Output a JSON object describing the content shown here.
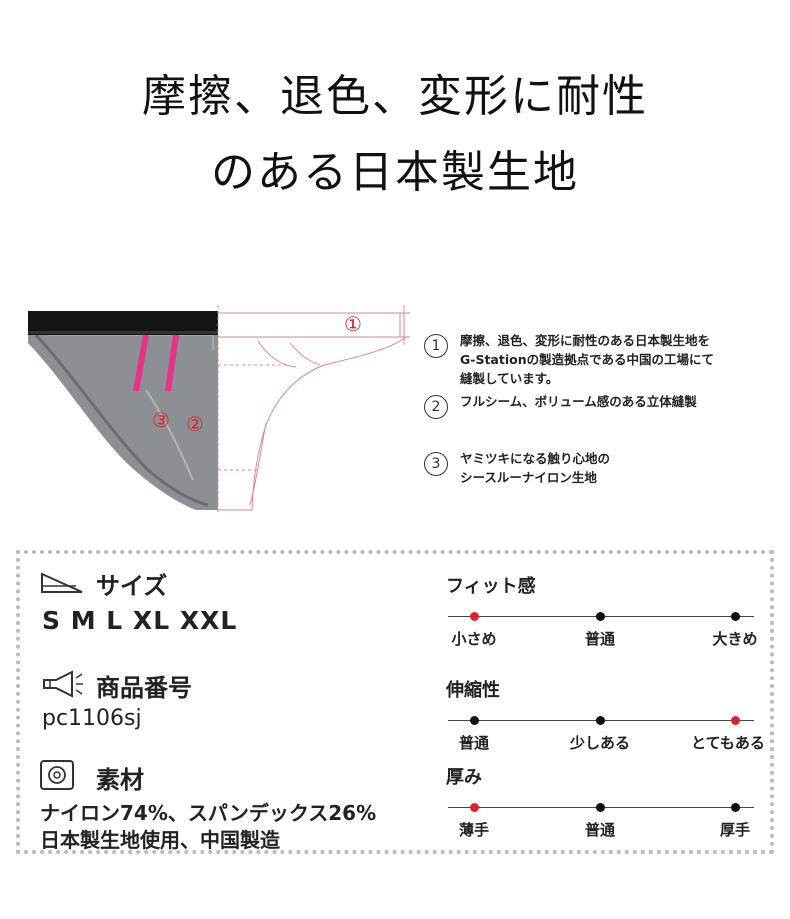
{
  "headline": {
    "line1": "摩擦、退色、変形に耐性",
    "line2": "のある日本製生地"
  },
  "diagram": {
    "marker1": "①",
    "marker2": "②",
    "marker3": "③"
  },
  "features": [
    {
      "num": "1",
      "lines": [
        "摩擦、退色、変形に耐性のある日本製生地を",
        "G-Stationの製造拠点である中国の工場にて",
        "縫製しています。"
      ]
    },
    {
      "num": "2",
      "lines": [
        "フルシーム、ボリューム感のある立体縫製"
      ]
    },
    {
      "num": "3",
      "lines": [
        "ヤミツキになる触り心地の",
        "シースルーナイロン生地"
      ]
    }
  ],
  "specs": {
    "size": {
      "heading": "サイズ",
      "value": "S M L XL XXL",
      "icon": "ruler-triangle-icon"
    },
    "product_no": {
      "heading": "商品番号",
      "value": "pc1106sj",
      "icon": "megaphone-icon"
    },
    "material": {
      "heading": "素材",
      "line1": "ナイロン74%、スパンデックス26%",
      "line2": "日本製生地使用、中国製造",
      "icon": "fabric-roll-icon"
    }
  },
  "scales": [
    {
      "title": "フィット感",
      "labels": [
        "小さめ",
        "普通",
        "大きめ"
      ],
      "selected": 0
    },
    {
      "title": "伸縮性",
      "labels": [
        "普通",
        "少しある",
        "とてもある"
      ],
      "selected": 2
    },
    {
      "title": "厚み",
      "labels": [
        "薄手",
        "普通",
        "厚手"
      ],
      "selected": 0
    }
  ],
  "colors": {
    "accent_red": "#e0202a",
    "pink": "#e8338a",
    "fabric_gray": "#8a8d92"
  }
}
